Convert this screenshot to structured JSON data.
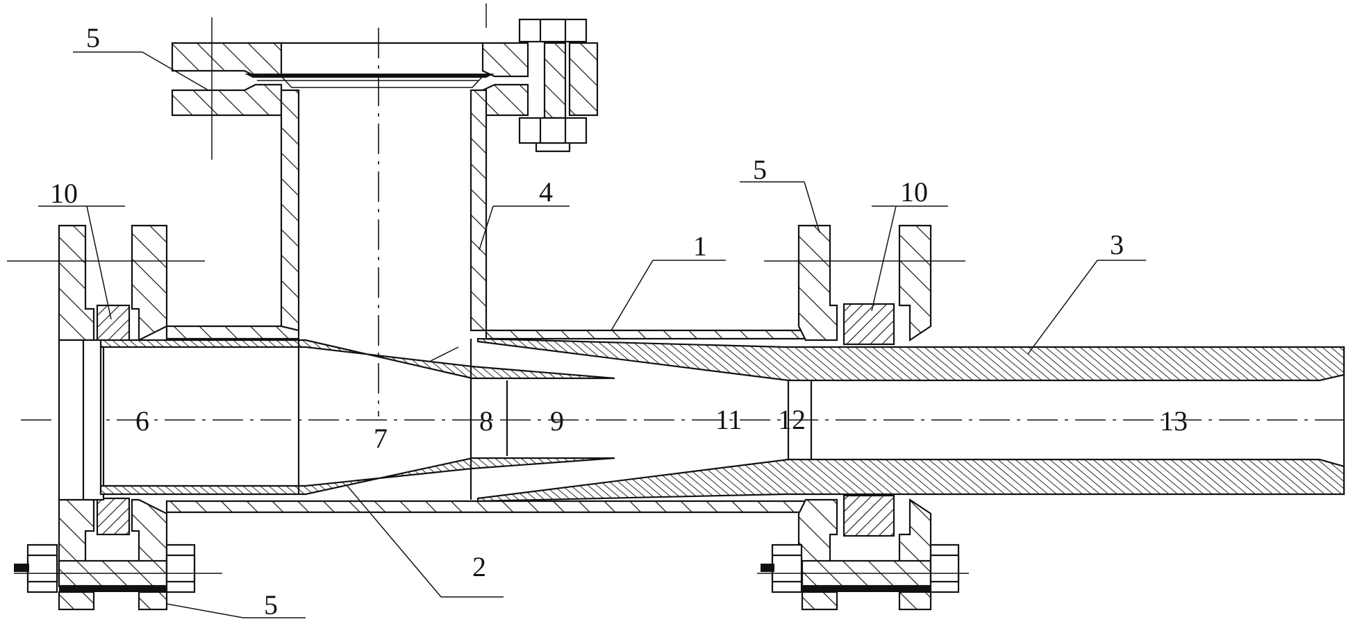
{
  "labels": {
    "flange_top": "5",
    "seal_left": "10",
    "inlet_pipe": "4",
    "flange_right": "5",
    "seal_right": "10",
    "shell": "1",
    "diffuser": "3",
    "nozzle": "2",
    "flange_bottom": "5",
    "sec_6": "6",
    "sec_7": "7",
    "sec_8": "8",
    "sec_9": "9",
    "sec_11": "11",
    "sec_12": "12",
    "sec_13": "13"
  }
}
